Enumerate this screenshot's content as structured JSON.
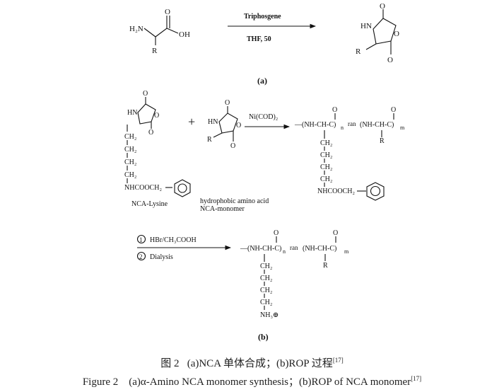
{
  "scheme_a": {
    "reactant_amine": "H₂N",
    "reactant_acid": "OH",
    "reactant_o": "O",
    "reactant_r": "R",
    "reagent": "Triphosgene",
    "conditions": "THF, 50",
    "product_hn": "HN",
    "product_o_ring": "O",
    "product_o_top": "O",
    "product_o_bottom": "O",
    "product_r": "R",
    "panel_label": "(a)"
  },
  "scheme_b": {
    "lys_hn": "HN",
    "lys_o_ring": "O",
    "lys_o_top": "O",
    "lys_o_bottom": "O",
    "lys_ch2": [
      "CH₂",
      "CH₂",
      "CH₂",
      "CH₂"
    ],
    "lys_protect": "NHCOOCH₂",
    "lys_name": "NCA-Lysine",
    "plus": "+",
    "mono_hn": "HN",
    "mono_o_ring": "O",
    "mono_o_top": "O",
    "mono_o_bottom": "O",
    "mono_r": "R",
    "mono_name_1": "hydrophobic amino acid",
    "mono_name_2": "NCA-monomer",
    "catalyst": "Ni(COD)₂",
    "poly1_open": "—(NH-CH-C)",
    "poly1_o": "O",
    "poly1_n": "n",
    "poly1_ran": "ran",
    "poly1_second": "(NH-CH-C)",
    "poly1_o2": "O",
    "poly1_m": "m",
    "poly1_r": "R",
    "poly1_ch2": [
      "CH₂",
      "CH₂",
      "CH₂",
      "CH₂"
    ],
    "poly1_protect": "NHCOOCH₂",
    "step1_num": "1",
    "step1": "HBr/CH₃COOH",
    "step2_num": "2",
    "step2": "Dialysis",
    "poly2_open": "—(NH-CH-C)",
    "poly2_o": "O",
    "poly2_n": "n",
    "poly2_ran": "ran",
    "poly2_second": "(NH-CH-C)",
    "poly2_o2": "O",
    "poly2_m": "m",
    "poly2_r": "R",
    "poly2_ch2": [
      "CH₂",
      "CH₂",
      "CH₂",
      "CH₂"
    ],
    "poly2_amine": "NH₃⊕",
    "panel_label": "(b)"
  },
  "caption": {
    "cn_prefix": "图 2",
    "cn_text": "(a)NCA 单体合成；(b)ROP 过程",
    "cn_ref": "[17]",
    "en_prefix": "Figure 2",
    "en_text": "(a)α-Amino NCA monomer synthesis；(b)ROP of NCA monomer",
    "en_ref": "[17]"
  }
}
